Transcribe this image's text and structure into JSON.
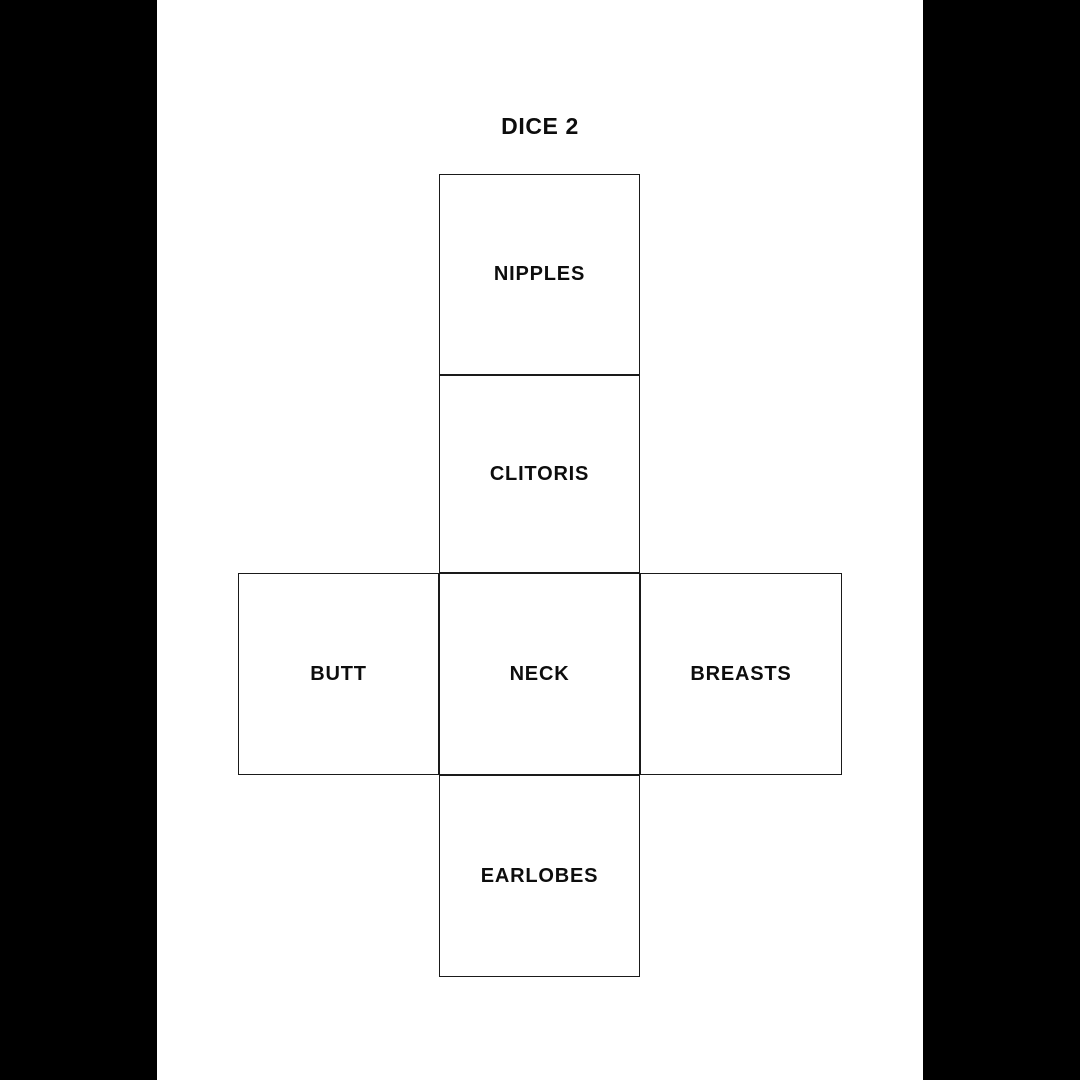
{
  "page": {
    "title": "DICE 2",
    "background_color": "#ffffff",
    "letterbox_color": "#000000",
    "line_color": "#1a1a1a",
    "text_color": "#0d0d0d"
  },
  "net": {
    "shape": "cube-net-cross",
    "faces": [
      {
        "id": "top",
        "label": "NIPPLES",
        "position": "upper"
      },
      {
        "id": "upper",
        "label": "CLITORIS",
        "position": "upper-middle"
      },
      {
        "id": "left",
        "label": "BUTT",
        "position": "middle-left"
      },
      {
        "id": "center",
        "label": "NECK",
        "position": "middle-center"
      },
      {
        "id": "right",
        "label": "BREASTS",
        "position": "middle-right"
      },
      {
        "id": "bottom",
        "label": "EARLOBES",
        "position": "lower"
      }
    ]
  }
}
